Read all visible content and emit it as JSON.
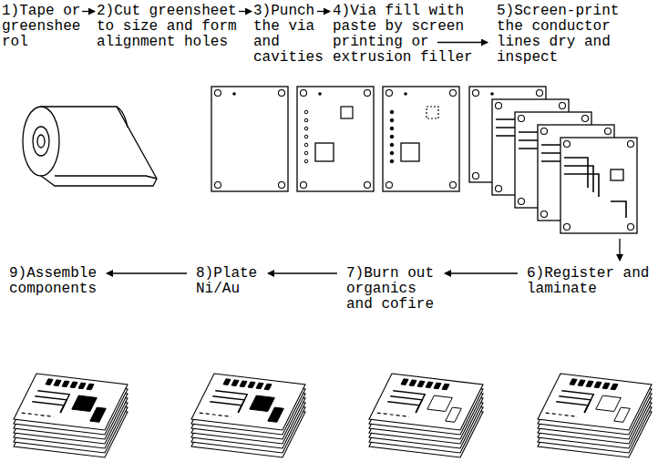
{
  "diagram": {
    "labels": [
      "1)Tape or greenshee rol",
      "2)Cut greensheet to size and form alignment holes",
      "3)Punch the via and cavities",
      "4)Via fill with paste by screen printing or extrusion filler",
      "5)Screen-print the conductor lines dry and inspect",
      "6)Register and laminate",
      "7)Burn out organics and cofire",
      "8)Plate Ni/Au",
      "9)Assemble components"
    ]
  }
}
